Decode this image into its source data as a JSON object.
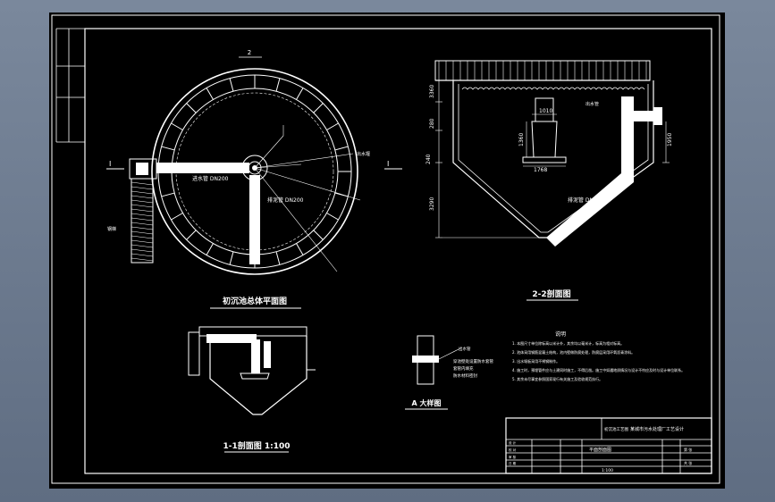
{
  "drawing": {
    "plan_view": {
      "title": "初沉池总体平面图",
      "section_mark": "Ⅰ",
      "cut_mark_top": "2",
      "labels": {
        "inlet_pipe": "进水管 DN200",
        "sludge_pipe": "排泥管 DN200",
        "overflow_weir": "出水堰",
        "stairs": "钢梯"
      }
    },
    "section_1_1": {
      "title": "1-1剖面图 1:100"
    },
    "section_2_2": {
      "title": "2-2剖面图",
      "dimensions": {
        "freeboard": "3360",
        "upper": "280",
        "side_small": "240",
        "cone_depth": "3290",
        "center_well_width": "1010",
        "center_well_height": "1360",
        "reflector_width": "1768",
        "pipe_drop": "1950"
      },
      "labels": {
        "sludge_pipe": "排泥管 DN200",
        "outlet_pipe": "出水管"
      }
    },
    "detail": {
      "title": "A 大样图",
      "notes": [
        "出水管",
        "穿池壁处设置防水套管",
        "套管内填充",
        "防水材料密封"
      ]
    },
    "notes": {
      "heading": "说明",
      "items": [
        "1. 本图尺寸单位除标高以米计外，其余均以毫米计，标高为相对标高。",
        "2. 池体采用钢筋混凝土结构，池内壁做防腐处理，防腐层采用环氧沥青涂料。",
        "3. 出水堰板采用不锈钢制作。",
        "4. 施工时，预埋管件应与土建同时施工，不得后凿。施工中如遇地质情况与设计不符应及时与设计单位联系。",
        "5. 其余未尽事宜参照国家现行有关施工及验收规范执行。"
      ]
    },
    "title_block": {
      "project": "某城市污水处理厂工艺设计",
      "drawing_name": "平面剖面图",
      "sheet": "初沉池工艺图",
      "scale": "1:100",
      "rows": [
        "设 计",
        "校 对",
        "审 核",
        "日 期"
      ],
      "sheet_no": "第 张",
      "total": "共 张"
    }
  },
  "colors": {
    "sheet": "#000000",
    "line": "#ffffff",
    "frame": "#ffffff"
  }
}
